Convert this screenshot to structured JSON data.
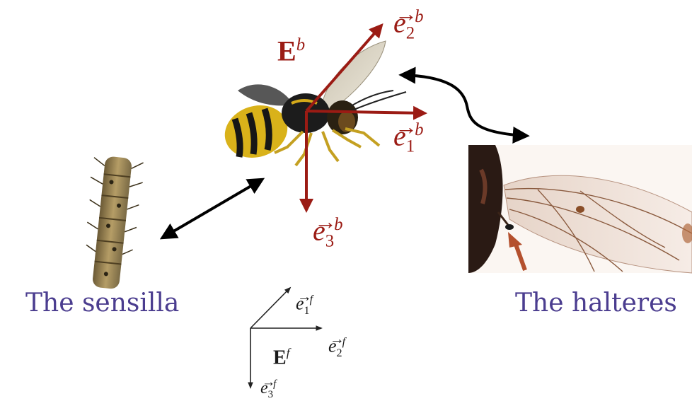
{
  "colors": {
    "body_axes": "#9b1b14",
    "frame_axes": "#1a1a1a",
    "caption": "#4b3d8f",
    "double_arrow": "#000000"
  },
  "body_frame": {
    "frame_label": {
      "base": "E",
      "sup": "b"
    },
    "axes": [
      {
        "name": "e1b",
        "base": "e",
        "sub": "1",
        "sup": "b"
      },
      {
        "name": "e2b",
        "base": "e",
        "sub": "2",
        "sup": "b"
      },
      {
        "name": "e3b",
        "base": "e",
        "sub": "3",
        "sup": "b"
      }
    ]
  },
  "fixed_frame": {
    "frame_label": {
      "base": "E",
      "sup": "f"
    },
    "axes": [
      {
        "name": "e1f",
        "base": "e",
        "sub": "1",
        "sup": "f"
      },
      {
        "name": "e2f",
        "base": "e",
        "sub": "2",
        "sup": "f"
      },
      {
        "name": "e3f",
        "base": "e",
        "sub": "3",
        "sup": "f"
      }
    ]
  },
  "captions": {
    "left": "The sensilla",
    "right": "The halteres"
  },
  "illustrations": [
    "wasp",
    "sensilla-leg",
    "halteres-wing"
  ]
}
